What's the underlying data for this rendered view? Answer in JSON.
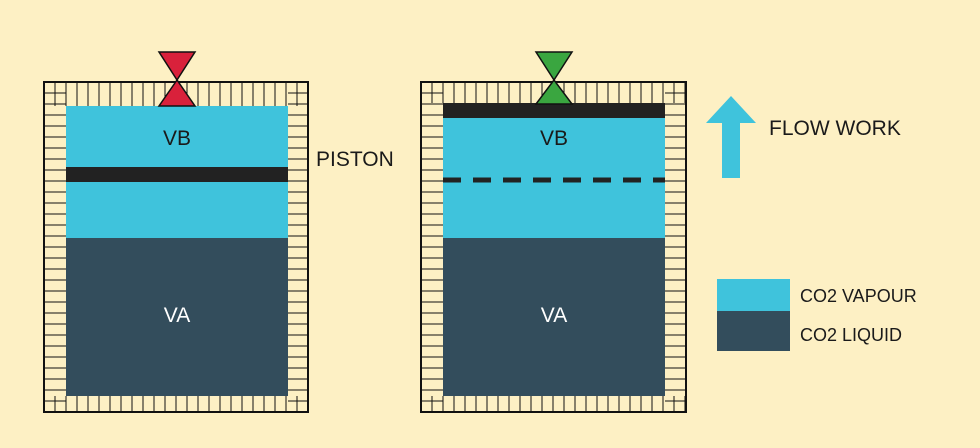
{
  "colors": {
    "background": "#fdf0c4",
    "vapour": "#3fc3dc",
    "liquid": "#334d5c",
    "piston": "#222222",
    "line": "#111111",
    "valve_closed": "#d9213b",
    "valve_open": "#3aa640",
    "arrow": "#3fc3dc",
    "text_dark": "#1a1a1a",
    "text_light": "#ffffff"
  },
  "left_tank": {
    "top_label": "VB",
    "bottom_label": "VA",
    "valve_state": "closed"
  },
  "right_tank": {
    "top_label": "VB",
    "bottom_label": "VA",
    "valve_state": "open"
  },
  "piston_label": "PISTON",
  "flow_work_label": "FLOW WORK",
  "legend": {
    "vapour_label": "CO2 VAPOUR",
    "liquid_label": "CO2 LIQUID"
  }
}
